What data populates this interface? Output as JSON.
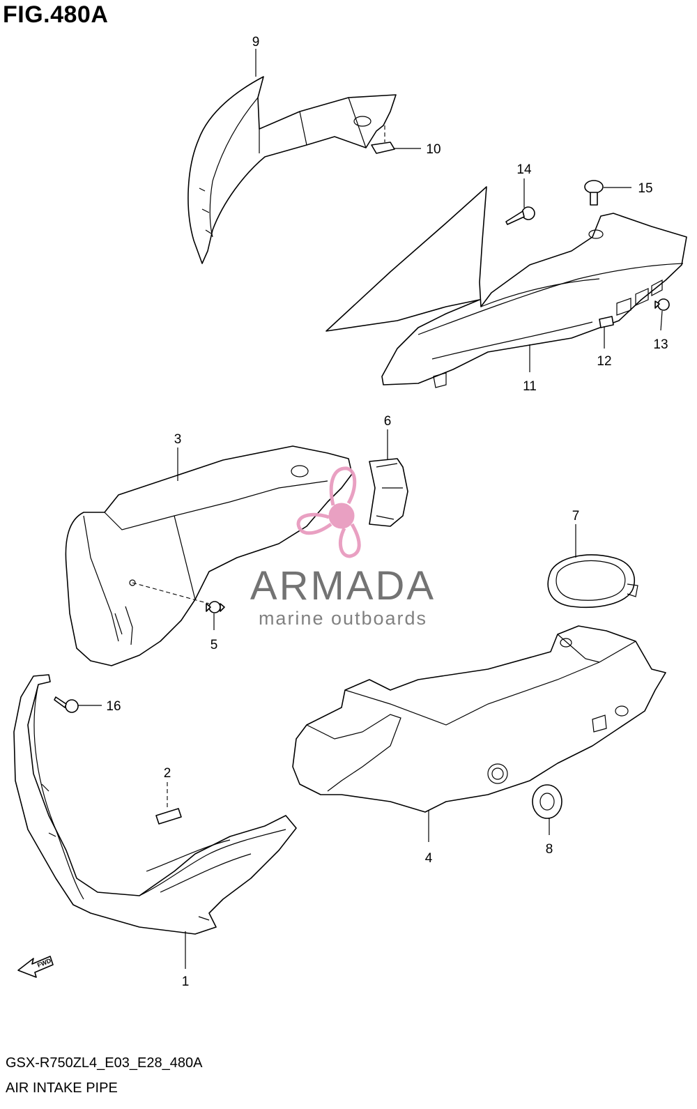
{
  "figure": {
    "title": "FIG.480A",
    "model_code": "GSX-R750ZL4_E03_E28_480A",
    "section_name": "AIR INTAKE PIPE",
    "fwd_label": "FWD"
  },
  "watermark": {
    "brand": "ARMADA",
    "tagline": "marine outboards",
    "accent_color": "#e89bbf",
    "text_color": "#6c6c6c"
  },
  "callouts": [
    "1",
    "2",
    "3",
    "4",
    "5",
    "6",
    "7",
    "8",
    "9",
    "10",
    "11",
    "12",
    "13",
    "14",
    "15",
    "16"
  ]
}
